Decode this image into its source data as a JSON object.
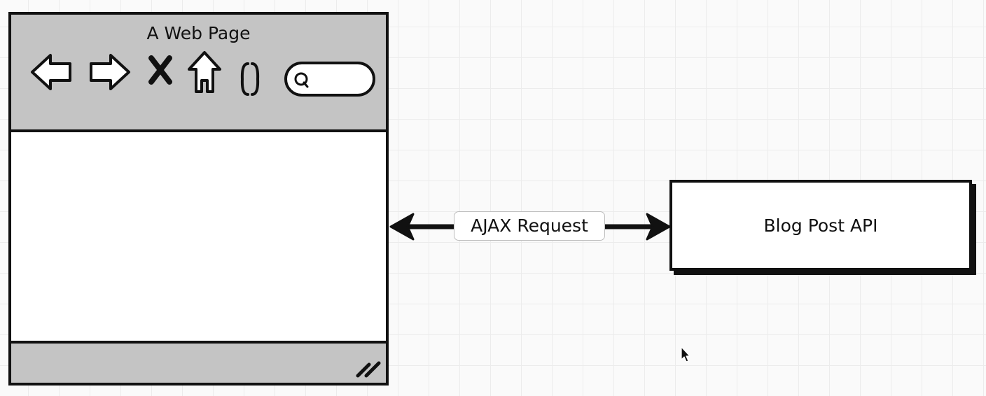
{
  "browser": {
    "title": "A Web Page",
    "toolbar_icons": [
      "back-arrow-icon",
      "forward-arrow-icon",
      "close-x-icon",
      "home-icon",
      "bracket-icon",
      "search-field"
    ],
    "status_icons": [
      "resize-grip-icon"
    ]
  },
  "connector": {
    "label": "AJAX Request",
    "direction": "bidirectional"
  },
  "api_box": {
    "label": "Blog Post API"
  },
  "colors": {
    "canvas": "#fafafa",
    "grid": "#ececec",
    "chrome_gray": "#c4c4c4",
    "ink": "#111111"
  }
}
